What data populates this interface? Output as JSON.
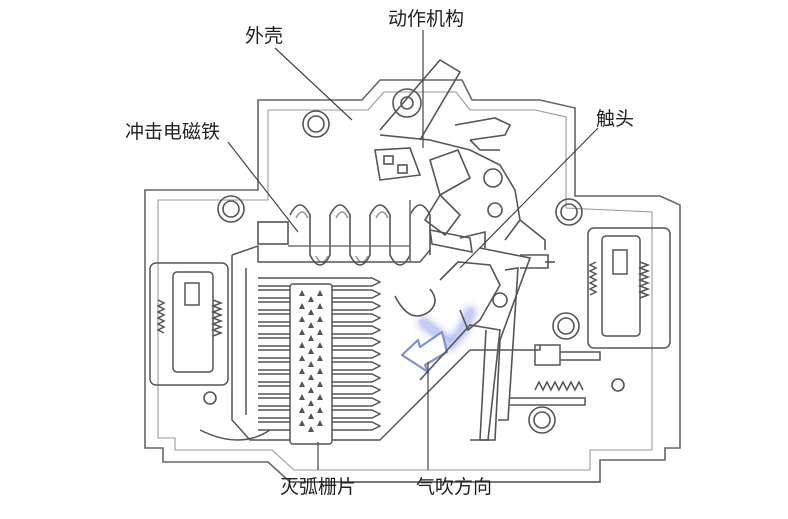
{
  "labels": {
    "casing": "外壳",
    "mechanism": "动作机构",
    "magnet": "冲击电磁铁",
    "contact": "触头",
    "arc_chute": "灭弧栅片",
    "blow": "气吹方向"
  },
  "colors": {
    "line": "#555555",
    "light_line": "#9a9a9a",
    "arc_glow": "#9aa6e6",
    "arrow": "#7f8fd6"
  }
}
